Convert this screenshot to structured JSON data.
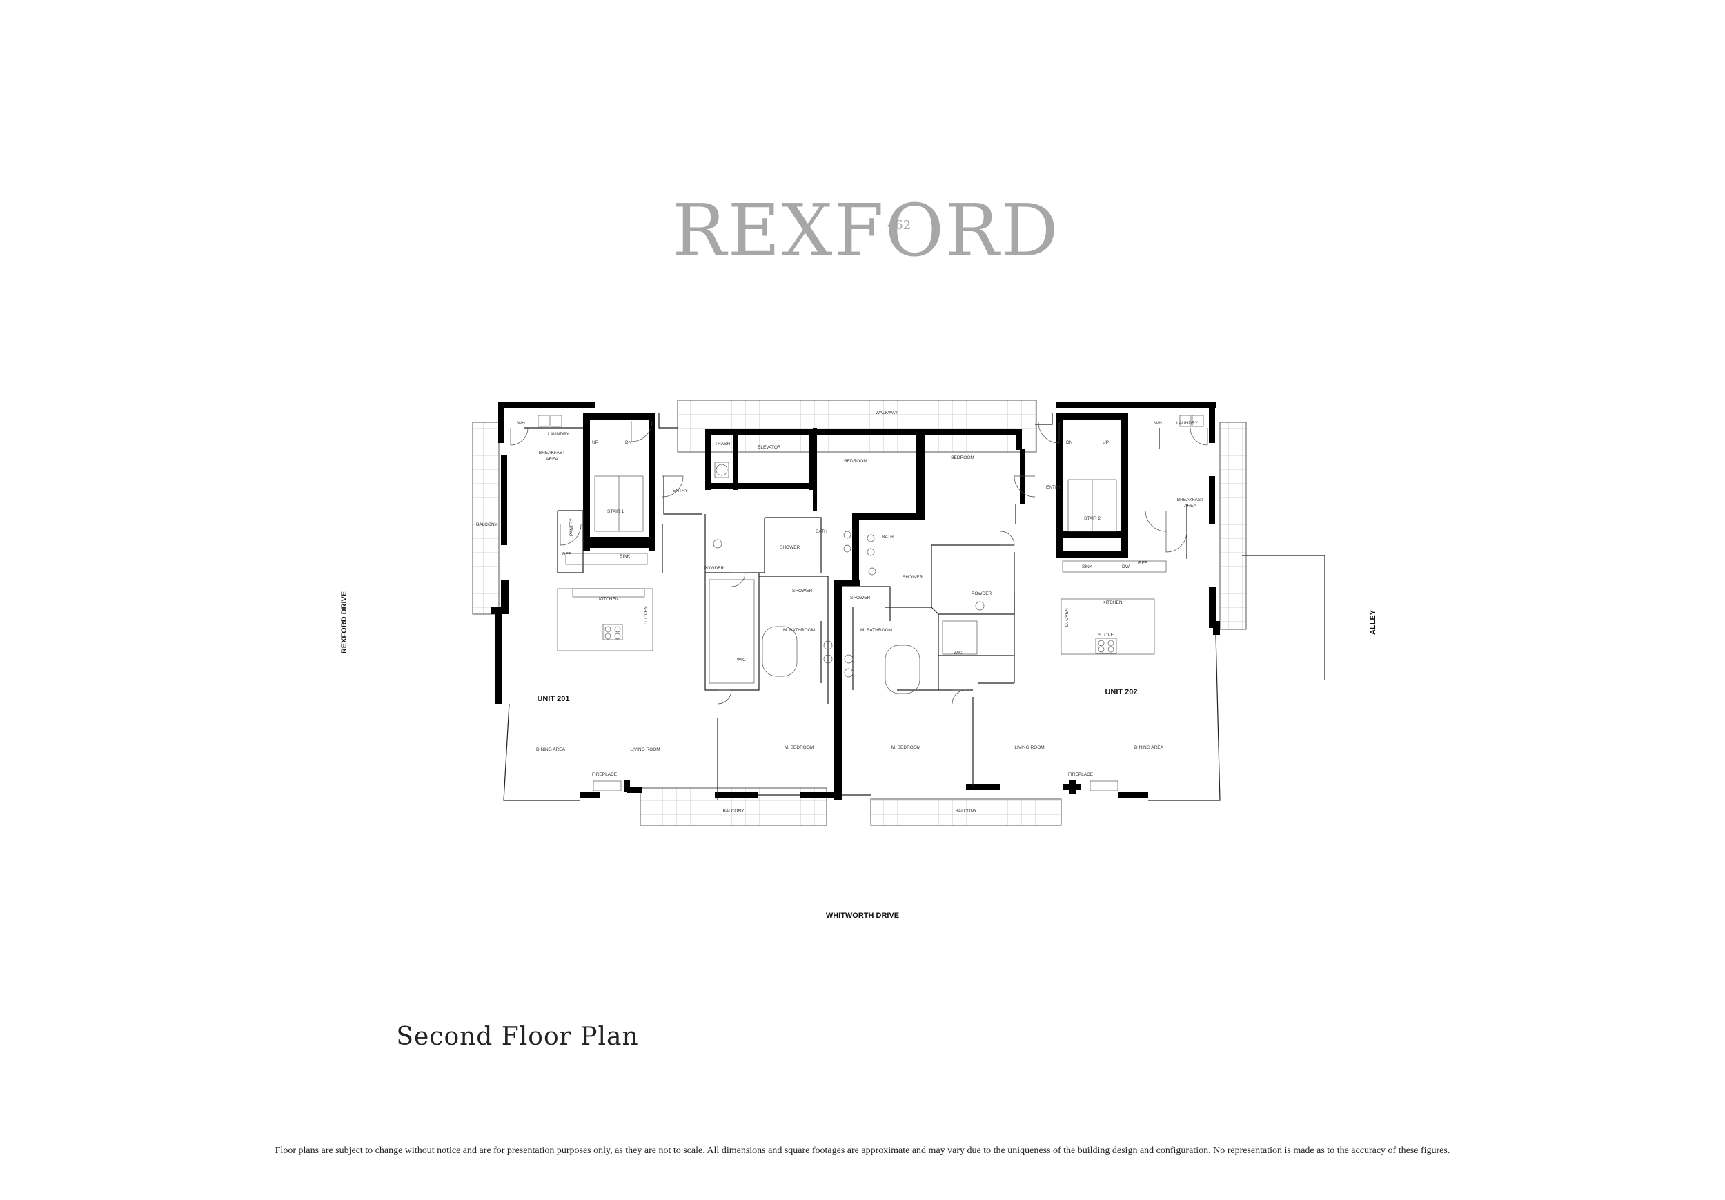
{
  "brand": {
    "logo_word": "REXFORD",
    "logo_number": "462"
  },
  "streets": {
    "left": "REXFORD DRIVE",
    "right": "ALLEY",
    "bottom": "WHITWORTH DRIVE"
  },
  "units": {
    "left": "UNIT 201",
    "right": "UNIT 202"
  },
  "rooms": {
    "walkway": "WALKWAY",
    "trash": "TRASH",
    "elevator": "ELEVATOR",
    "bedroom_a": "BEDROOM",
    "bedroom_b": "BEDROOM",
    "entry_left": "ENTRY",
    "entry_right": "ENTRY",
    "wh_left": "WH",
    "wh_right": "WH",
    "laundry_left": "LAUNDRY",
    "laundry_right": "LAUNDRY",
    "breakfast_left": "BREAKFAST",
    "breakfast_left2": "AREA",
    "breakfast_right": "BREAKFAST",
    "breakfast_right2": "AREA",
    "up_left": "UP",
    "dn_left": "DN",
    "dn_right": "DN",
    "up_right": "UP",
    "stair1": "STAIR 1",
    "stair2": "STAIR 2",
    "balcony_left": "BALCONY",
    "pantry": "PANTRY",
    "ref_left": "REF",
    "sink_left": "SINK",
    "sink_right": "SINK",
    "dw_right": "DW",
    "ref_right": "REF",
    "kitchen_left": "KITCHEN",
    "kitchen_right": "KITCHEN",
    "doven_left": "D. OVEN",
    "doven_right": "D. OVEN",
    "stove_right": "STOVE",
    "powder_left": "POWDER",
    "powder_right": "POWDER",
    "shower_a": "SHOWER",
    "shower_b": "SHOWER",
    "shower_c": "SHOWER",
    "shower_d": "SHOWER",
    "bath_a": "BATH",
    "bath_b": "BATH",
    "mbath_left": "M. BATHROOM",
    "mbath_right": "M. BATHROOM",
    "wic_left": "WIC",
    "wic_right": "WIC",
    "mbed_left": "M. BEDROOM",
    "mbed_right": "M. BEDROOM",
    "dining_left": "DINING AREA",
    "living_left": "LIVING ROOM",
    "living_right": "LIVING ROOM",
    "dining_right": "DINING AREA",
    "fireplace_left": "FIREPLACE",
    "fireplace_right": "FIREPLACE",
    "balcony_bl": "BALCONY",
    "balcony_br": "BALCONY"
  },
  "caption": "Second Floor Plan",
  "disclaimer": "Floor plans are subject to change without notice and are for presentation purposes only, as they are not to scale. All dimensions and square footages are approximate and may vary due to the uniqueness of the building design and configuration. No representation is made as to the accuracy of these figures."
}
